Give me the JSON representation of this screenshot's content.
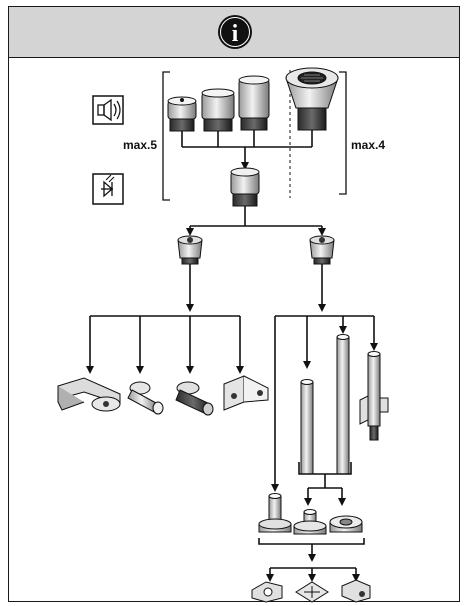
{
  "header": {
    "icon": "info-icon",
    "icon_glyph": "i",
    "background": "#d4d4d4"
  },
  "labels": {
    "max_left": "max.5",
    "max_right": "max.4"
  },
  "icons": {
    "acoustic": "speaker-icon",
    "light": "led-icon"
  }
}
